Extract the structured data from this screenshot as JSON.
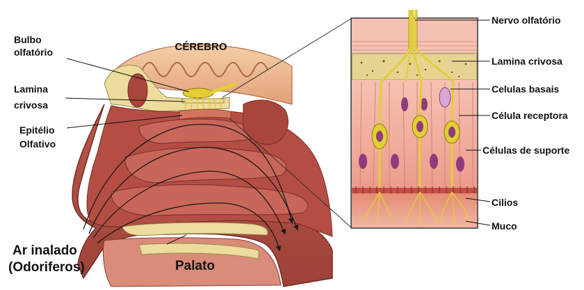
{
  "labels": {
    "brain": "CÉREBRO",
    "olfactory_bulb_line1": "Bulbo",
    "olfactory_bulb_line2": "olfatório",
    "cribriform_left_line1": "Lamina",
    "cribriform_left_line2": "crivosa",
    "olfactory_epithelium_line1": "Epitélio",
    "olfactory_epithelium_line2": "Olfativo",
    "inhaled_air_line1": "Ar inalado",
    "inhaled_air_line2": "(Odoriferos)",
    "palate": "Palato",
    "olfactory_nerve": "Nervo olfatório",
    "cribriform_right": "Lamina crivosa",
    "basal_cells": "Celulas basais",
    "receptor_cell": "Célula receptora",
    "support_cells": "Células de suporte",
    "cilia": "Cilios",
    "mucus": "Muco"
  },
  "colors": {
    "flesh": "#c8665a",
    "flesh_dark": "#8e3a32",
    "bone": "#eddc9c",
    "brain": "#e8b48c",
    "nerve": "#e2cf34",
    "nucleus": "#8e3c7c",
    "tissue": "#f2b4a4"
  }
}
